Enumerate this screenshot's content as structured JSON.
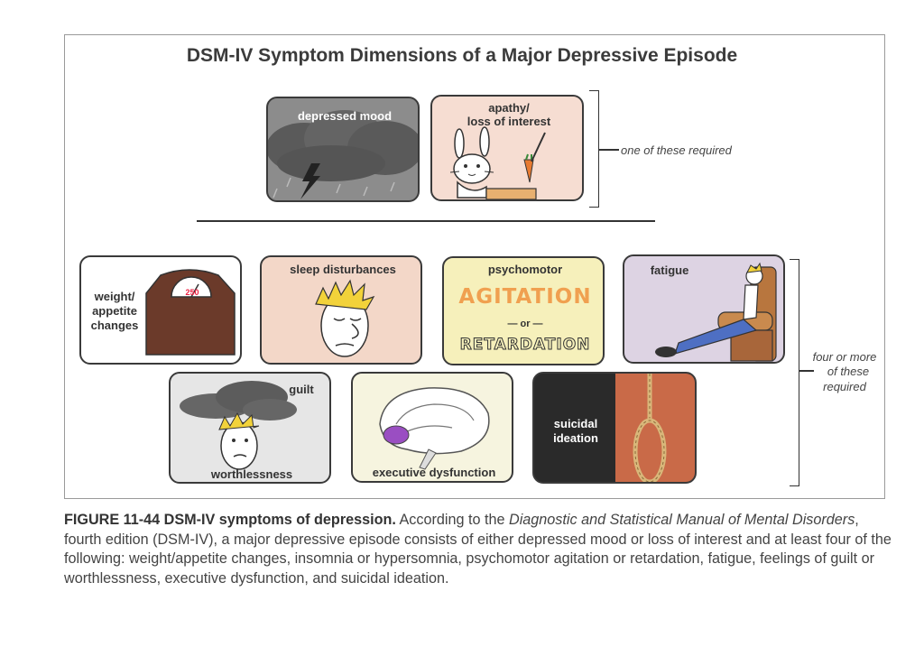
{
  "title": "DSM-IV Symptom Dimensions of a Major Depressive Episode",
  "required_group": {
    "panels": {
      "depressed_mood": "depressed mood",
      "apathy_line1": "apathy/",
      "apathy_line2": "loss of interest"
    },
    "note": "one of these required"
  },
  "optional_group": {
    "panels": {
      "weight_line1": "weight/",
      "weight_line2": "appetite",
      "weight_line3": "changes",
      "scale_reading": "250",
      "sleep": "sleep disturbances",
      "psychomotor": "psychomotor",
      "agitation": "AGITATION",
      "or": "— or —",
      "retardation": "RETARDATION",
      "fatigue": "fatigue",
      "guilt": "guilt",
      "worthlessness": "worthlessness",
      "executive": "executive dysfunction",
      "suicidal_line1": "suicidal",
      "suicidal_line2": "ideation"
    },
    "note_line1": "four or more",
    "note_line2": "of these",
    "note_line3": "required"
  },
  "caption": {
    "figure_label": "FIGURE 11-44 DSM-IV symptoms of depression.",
    "text1": " According to the ",
    "italic1": "Diagnostic and Statistical Manual of Mental Disorders",
    "text2": ", fourth edition (DSM-IV), a major depressive episode consists of either depressed mood or loss of interest and at least four of the following: weight/appetite changes, insomnia or hypersomnia, psychomotor agitation or retardation, fatigue, feelings of guilt or worthlessness, executive dysfunction, and suicidal ideation."
  },
  "colors": {
    "storm_bg": "#8c8c8c",
    "cloud": "#5a5a5a",
    "apathy_bg": "#f6ddd2",
    "scale_brown": "#6b3a2a",
    "sleep_bg": "#f3d7c8",
    "psycho_bg": "#f6f0bb",
    "agitation_orange": "#f0a050",
    "fatigue_bg": "#ddd3e3",
    "guilt_bg": "#e6e6e6",
    "exec_bg": "#f6f4df",
    "suicide_dark": "#2a2a2a",
    "suicide_orange": "#c96a48"
  }
}
